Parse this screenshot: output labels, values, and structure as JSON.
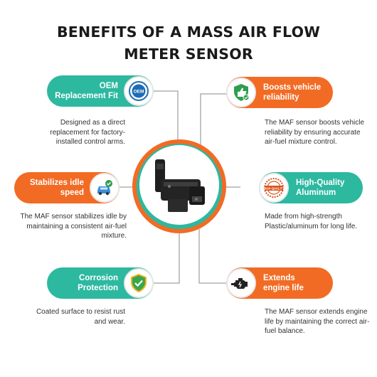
{
  "title": {
    "line1": "BENEFITS OF A MASS AIR FLOW",
    "line2": "METER SENSOR"
  },
  "benefits": [
    {
      "label_line1": "OEM",
      "label_line2": "Replacement Fit",
      "icon": "oem-badge-icon",
      "badge_text": "OEM",
      "color": "#2db8a0",
      "description": "Designed as a direct replacement for factory-installed control arms."
    },
    {
      "label_line1": "Boosts vehicle",
      "label_line2": "reliability",
      "icon": "thumbs-up-shield-icon",
      "color": "#f26b24",
      "description": "The MAF sensor boosts vehicle reliability by ensuring accurate air-fuel mixture control."
    },
    {
      "label_line1": "Stabilizes idle",
      "label_line2": "speed",
      "icon": "car-check-icon",
      "color": "#f26b24",
      "description": "The MAF sensor stabilizes idle by maintaining a consistent air-fuel mixture."
    },
    {
      "label_line1": "High-Quality",
      "label_line2": "Aluminum",
      "icon": "high-quality-stamp-icon",
      "badge_text": "HIGH QUALITY",
      "color": "#2db8a0",
      "description": "Made from high-strength Plastic/aluminum for long life."
    },
    {
      "label_line1": "Corrosion",
      "label_line2": "Protection",
      "icon": "shield-check-icon",
      "color": "#2db8a0",
      "description": "Coated surface to resist rust and wear."
    },
    {
      "label_line1": "Extends",
      "label_line2": "engine life",
      "icon": "engine-icon",
      "color": "#f26b24",
      "description": "The MAF sensor extends engine life by maintaining the correct air-fuel balance."
    }
  ],
  "center_image": {
    "icon": "maf-sensor-product-image"
  }
}
